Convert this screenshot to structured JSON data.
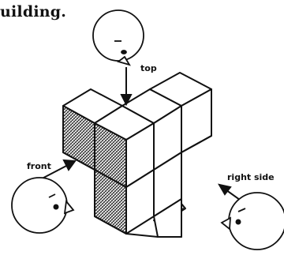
{
  "heading": "uilding.",
  "labels": {
    "top": "top",
    "front": "front",
    "right_side": "right side"
  },
  "icons": {
    "viewer_top": "round-bird-face-icon",
    "viewer_front": "round-bird-face-icon",
    "viewer_right": "round-bird-face-icon"
  }
}
